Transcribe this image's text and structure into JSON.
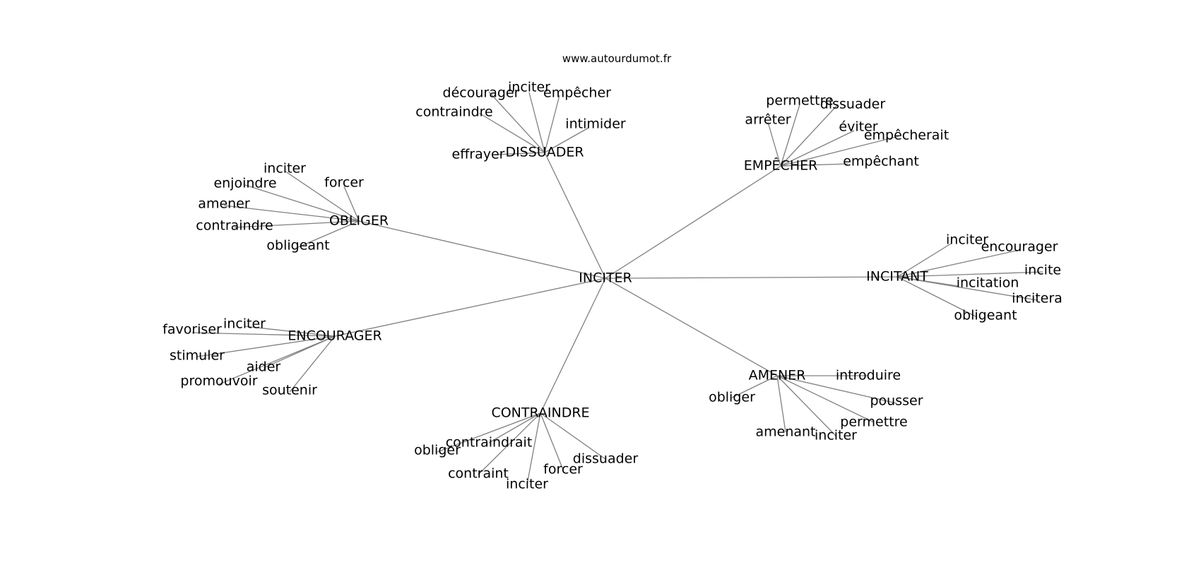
{
  "site": "www.autourdumot.fr",
  "center": "INCITER",
  "clusters": [
    {
      "label": "DISSUADER",
      "leaves": [
        "décourager",
        "inciter",
        "empêcher",
        "contraindre",
        "intimider",
        "effrayer"
      ]
    },
    {
      "label": "EMPÊCHER",
      "leaves": [
        "permettre",
        "dissuader",
        "arrêter",
        "éviter",
        "empêcherait",
        "empêchant"
      ]
    },
    {
      "label": "OBLIGER",
      "leaves": [
        "inciter",
        "enjoindre",
        "forcer",
        "amener",
        "contraindre",
        "obligeant"
      ]
    },
    {
      "label": "INCITANT",
      "leaves": [
        "inciter",
        "encourager",
        "incite",
        "incitation",
        "incitera",
        "obligeant"
      ]
    },
    {
      "label": "ENCOURAGER",
      "leaves": [
        "inciter",
        "favoriser",
        "stimuler",
        "aider",
        "promouvoir",
        "soutenir"
      ]
    },
    {
      "label": "AMENER",
      "leaves": [
        "introduire",
        "obliger",
        "pousser",
        "permettre",
        "amenant",
        "inciter"
      ]
    },
    {
      "label": "CONTRAINDRE",
      "leaves": [
        "contraindrait",
        "obliger",
        "dissuader",
        "forcer",
        "contraint",
        "inciter"
      ]
    }
  ]
}
